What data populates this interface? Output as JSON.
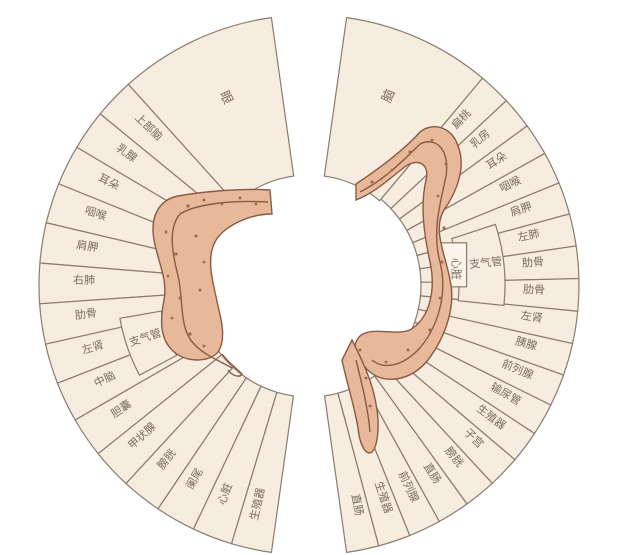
{
  "left_fan": {
    "segments": [
      {
        "label": "眼"
      },
      {
        "label": "上部脑"
      },
      {
        "label": "乳腺"
      },
      {
        "label": "耳朵"
      },
      {
        "label": "咽喉"
      },
      {
        "label": "肩胛"
      },
      {
        "label": "右肺"
      },
      {
        "label": "肋骨"
      },
      {
        "label": "左肾"
      },
      {
        "label": "中脑"
      },
      {
        "label": "胆囊"
      },
      {
        "label": "甲状腺"
      },
      {
        "label": "膀胱"
      },
      {
        "label": "阑尾"
      },
      {
        "label": "心脏"
      },
      {
        "label": "生殖器"
      }
    ],
    "inner_label": "支气管"
  },
  "right_fan": {
    "segments": [
      {
        "label": "脑"
      },
      {
        "label": "扁桃"
      },
      {
        "label": "乳房"
      },
      {
        "label": "耳朵"
      },
      {
        "label": "咽喉"
      },
      {
        "label": "肩胛"
      },
      {
        "label": "左肺"
      },
      {
        "label": "肋骨"
      },
      {
        "label": "肋骨"
      },
      {
        "label": "左肾"
      },
      {
        "label": "胰腺"
      },
      {
        "label": "前列腺"
      },
      {
        "label": "输尿管"
      },
      {
        "label": "生殖器"
      },
      {
        "label": "子宫"
      },
      {
        "label": "膀胱"
      },
      {
        "label": "直肠"
      },
      {
        "label": "前列腺"
      },
      {
        "label": "生殖器"
      },
      {
        "label": "直肠"
      }
    ],
    "inner_label": "支气管",
    "heart_label": "心脏"
  }
}
